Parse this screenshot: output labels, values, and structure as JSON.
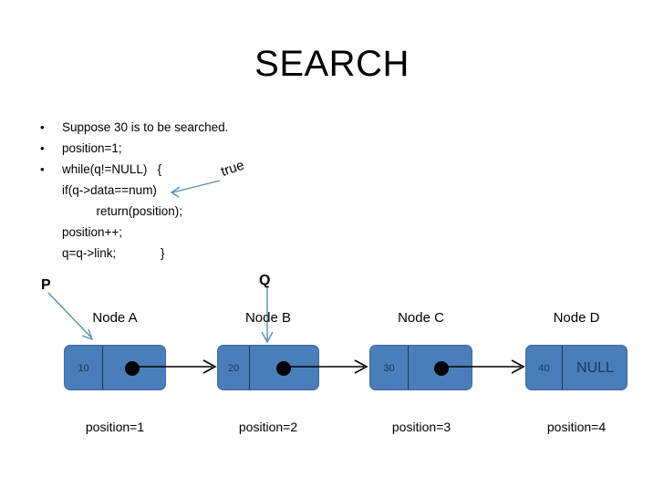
{
  "slide": {
    "title": "SEARCH",
    "background_color": "#ffffff"
  },
  "code": {
    "lines": [
      {
        "bullet": "•",
        "text": "Suppose 30 is to be searched."
      },
      {
        "bullet": "•",
        "text": "position=1;"
      },
      {
        "bullet": "•",
        "text": "while(q!=NULL)   {"
      },
      {
        "bullet": "",
        "text": "if(q->data==num)"
      },
      {
        "bullet": "",
        "text": "          return(position);"
      },
      {
        "bullet": "",
        "text": "position++;"
      },
      {
        "bullet": "",
        "text": "q=q->link;             }"
      }
    ]
  },
  "annotations": {
    "true_label": "true",
    "arrow_color": "#5B8DB8"
  },
  "pointers": [
    {
      "name": "P",
      "label": "P",
      "target": "Node A"
    },
    {
      "name": "Q",
      "label": "Q",
      "target": "Node B"
    }
  ],
  "nodes": [
    {
      "label": "Node A",
      "data": "10",
      "link": "dot",
      "position_caption": "position=1"
    },
    {
      "label": "Node B",
      "data": "20",
      "link": "dot",
      "position_caption": "position=2"
    },
    {
      "label": "Node C",
      "data": "30",
      "link": "dot",
      "position_caption": "position=3"
    },
    {
      "label": "Node D",
      "data": "40",
      "link": "NULL",
      "position_caption": "position=4"
    }
  ],
  "colors": {
    "node_fill": "#4A7EBB",
    "node_border": "#3A6AA5",
    "node_text": "#17375E",
    "link_arrow": "#000000",
    "pointer_arrow": "#5B8DB8"
  }
}
